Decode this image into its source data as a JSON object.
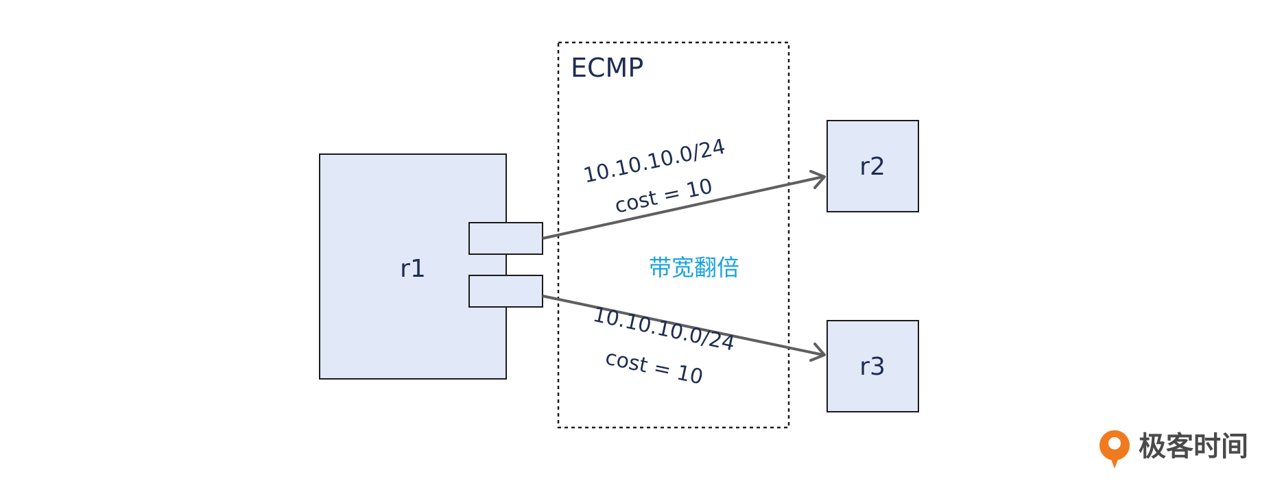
{
  "ecmp": {
    "label": "ECMP"
  },
  "nodes": {
    "r1": {
      "label": "r1"
    },
    "r2": {
      "label": "r2"
    },
    "r3": {
      "label": "r3"
    }
  },
  "links": {
    "upper": {
      "prefix": "10.10.10.0/24",
      "cost": "cost = 10"
    },
    "lower": {
      "prefix": "10.10.10.0/24",
      "cost": "cost = 10"
    }
  },
  "note": {
    "text": "带宽翻倍"
  },
  "brand": {
    "text": "极客时间",
    "accent": "#f07a1e"
  },
  "colors": {
    "node_fill": "#e1e8f7",
    "text_navy": "#1f2d52",
    "note_blue": "#1aa3de",
    "arrow_gray": "#5f5f5f"
  }
}
